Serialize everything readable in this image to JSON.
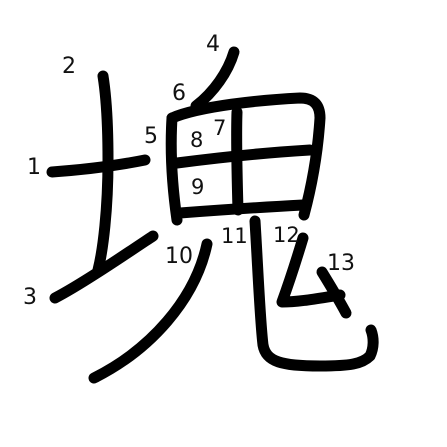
{
  "diagram": {
    "character": "塊",
    "stroke_color": "#000000",
    "background_color": "#ffffff",
    "stroke_numbers": [
      "1",
      "2",
      "3",
      "4",
      "5",
      "6",
      "7",
      "8",
      "9",
      "10",
      "11",
      "12",
      "13"
    ]
  }
}
